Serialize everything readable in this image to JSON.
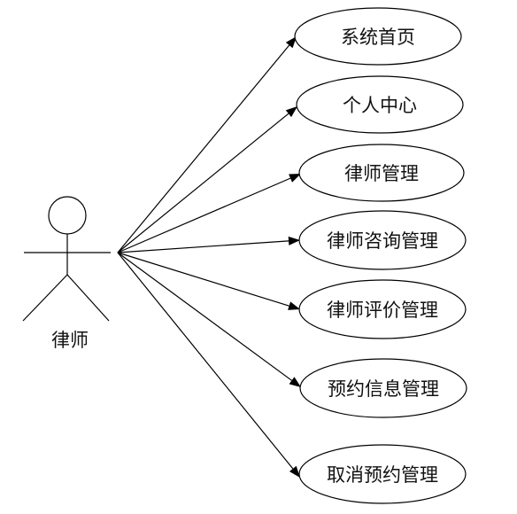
{
  "actor": {
    "name": "律师",
    "icon": "stick-figure-icon"
  },
  "use_cases": [
    {
      "label": "系统首页"
    },
    {
      "label": "个人中心"
    },
    {
      "label": "律师管理"
    },
    {
      "label": "律师咨询管理"
    },
    {
      "label": "律师评价管理"
    },
    {
      "label": "预约信息管理"
    },
    {
      "label": "取消预约管理"
    }
  ]
}
